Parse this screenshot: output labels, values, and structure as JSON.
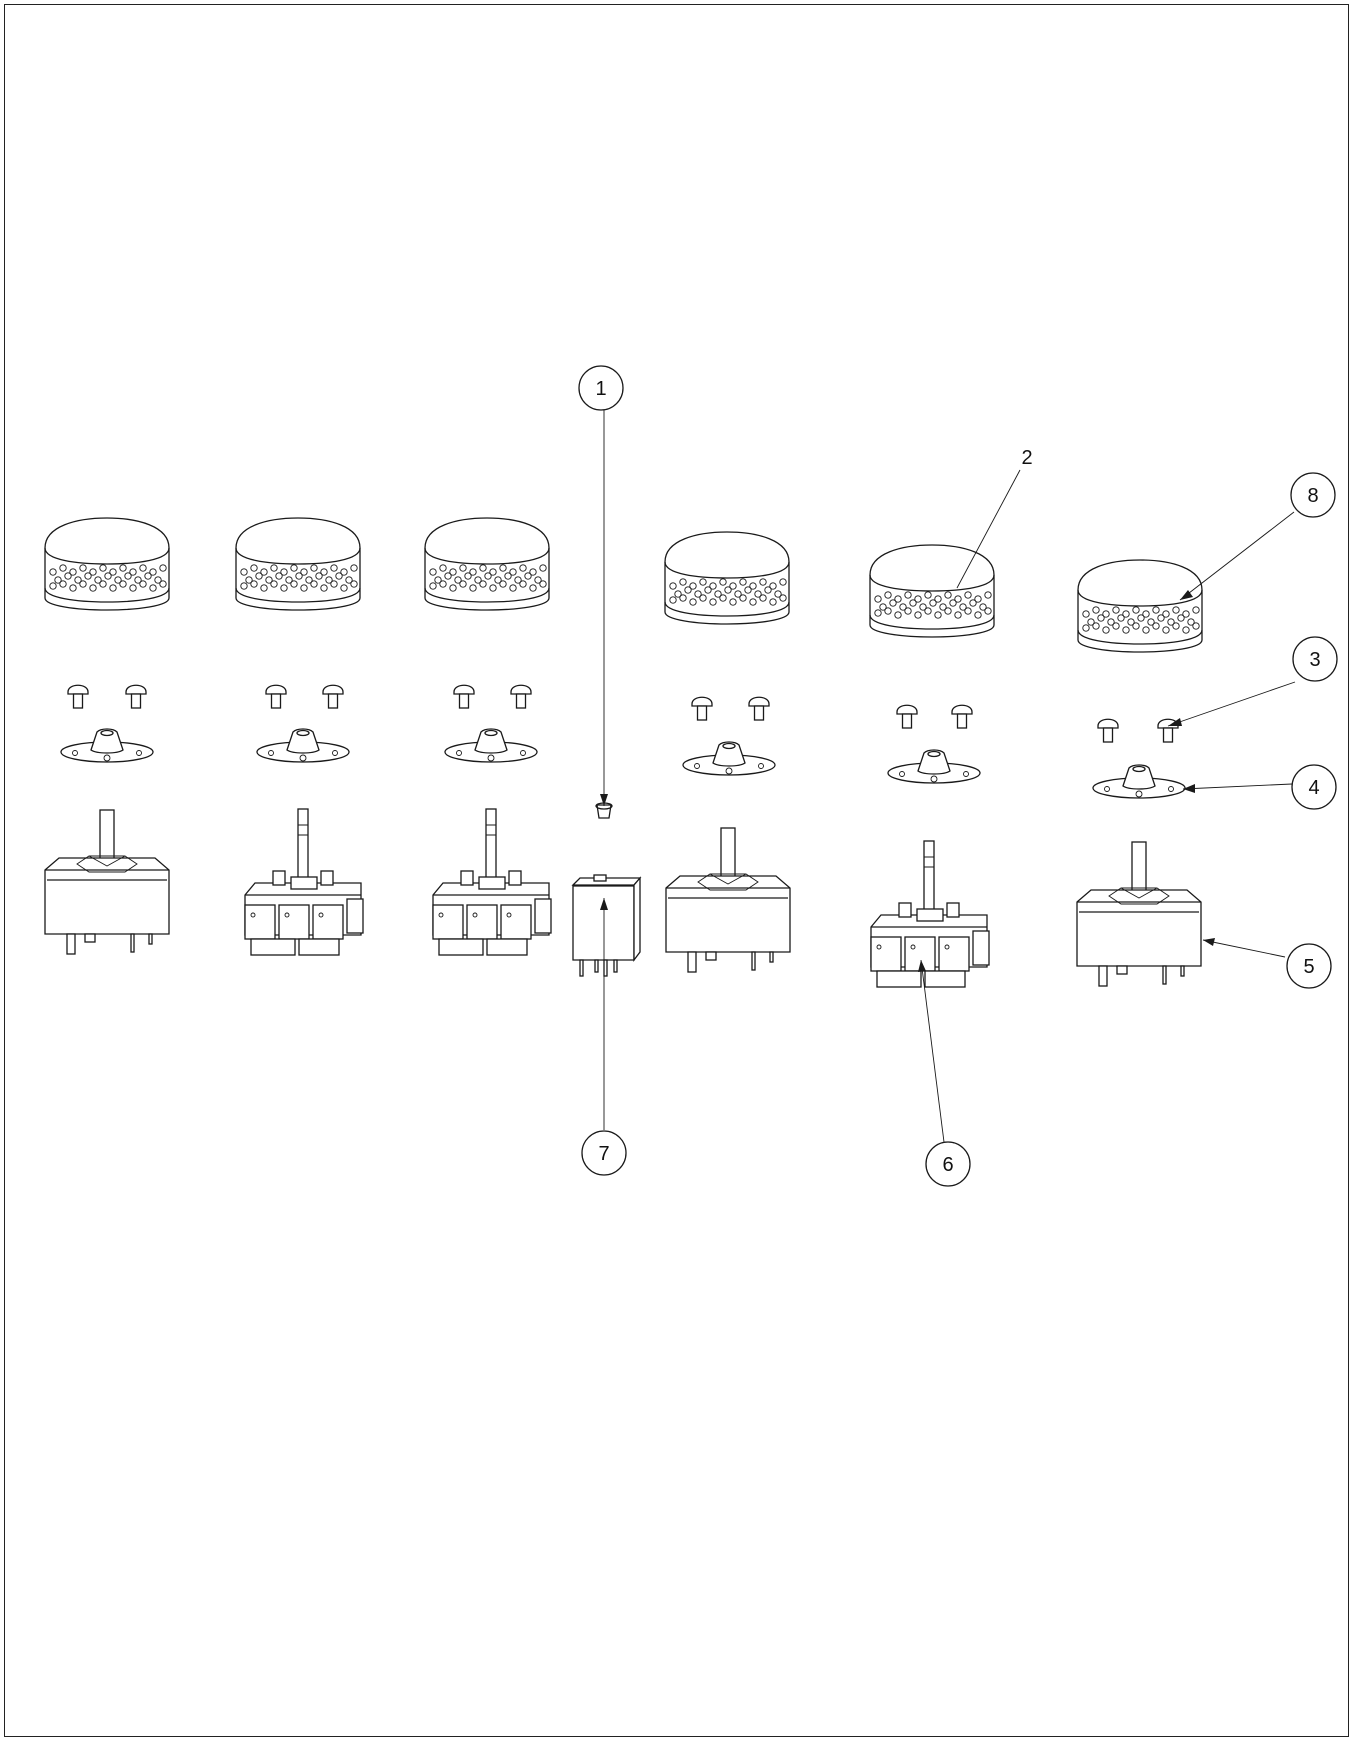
{
  "drawing": {
    "callouts": [
      {
        "id": "callout-1",
        "label": "1"
      },
      {
        "id": "callout-2",
        "label": "2"
      },
      {
        "id": "callout-3",
        "label": "3"
      },
      {
        "id": "callout-4",
        "label": "4"
      },
      {
        "id": "callout-5",
        "label": "5"
      },
      {
        "id": "callout-6",
        "label": "6"
      },
      {
        "id": "callout-7",
        "label": "7"
      },
      {
        "id": "callout-8",
        "label": "8"
      }
    ],
    "assemblies": [
      {
        "column": 1,
        "switch_type": "square-body"
      },
      {
        "column": 2,
        "switch_type": "terminal-block"
      },
      {
        "column": 3,
        "switch_type": "terminal-block"
      },
      {
        "column": 4,
        "switch_type": "relay"
      },
      {
        "column": 5,
        "switch_type": "square-body"
      },
      {
        "column": 6,
        "switch_type": "terminal-block"
      },
      {
        "column": 7,
        "switch_type": "square-body"
      }
    ]
  }
}
